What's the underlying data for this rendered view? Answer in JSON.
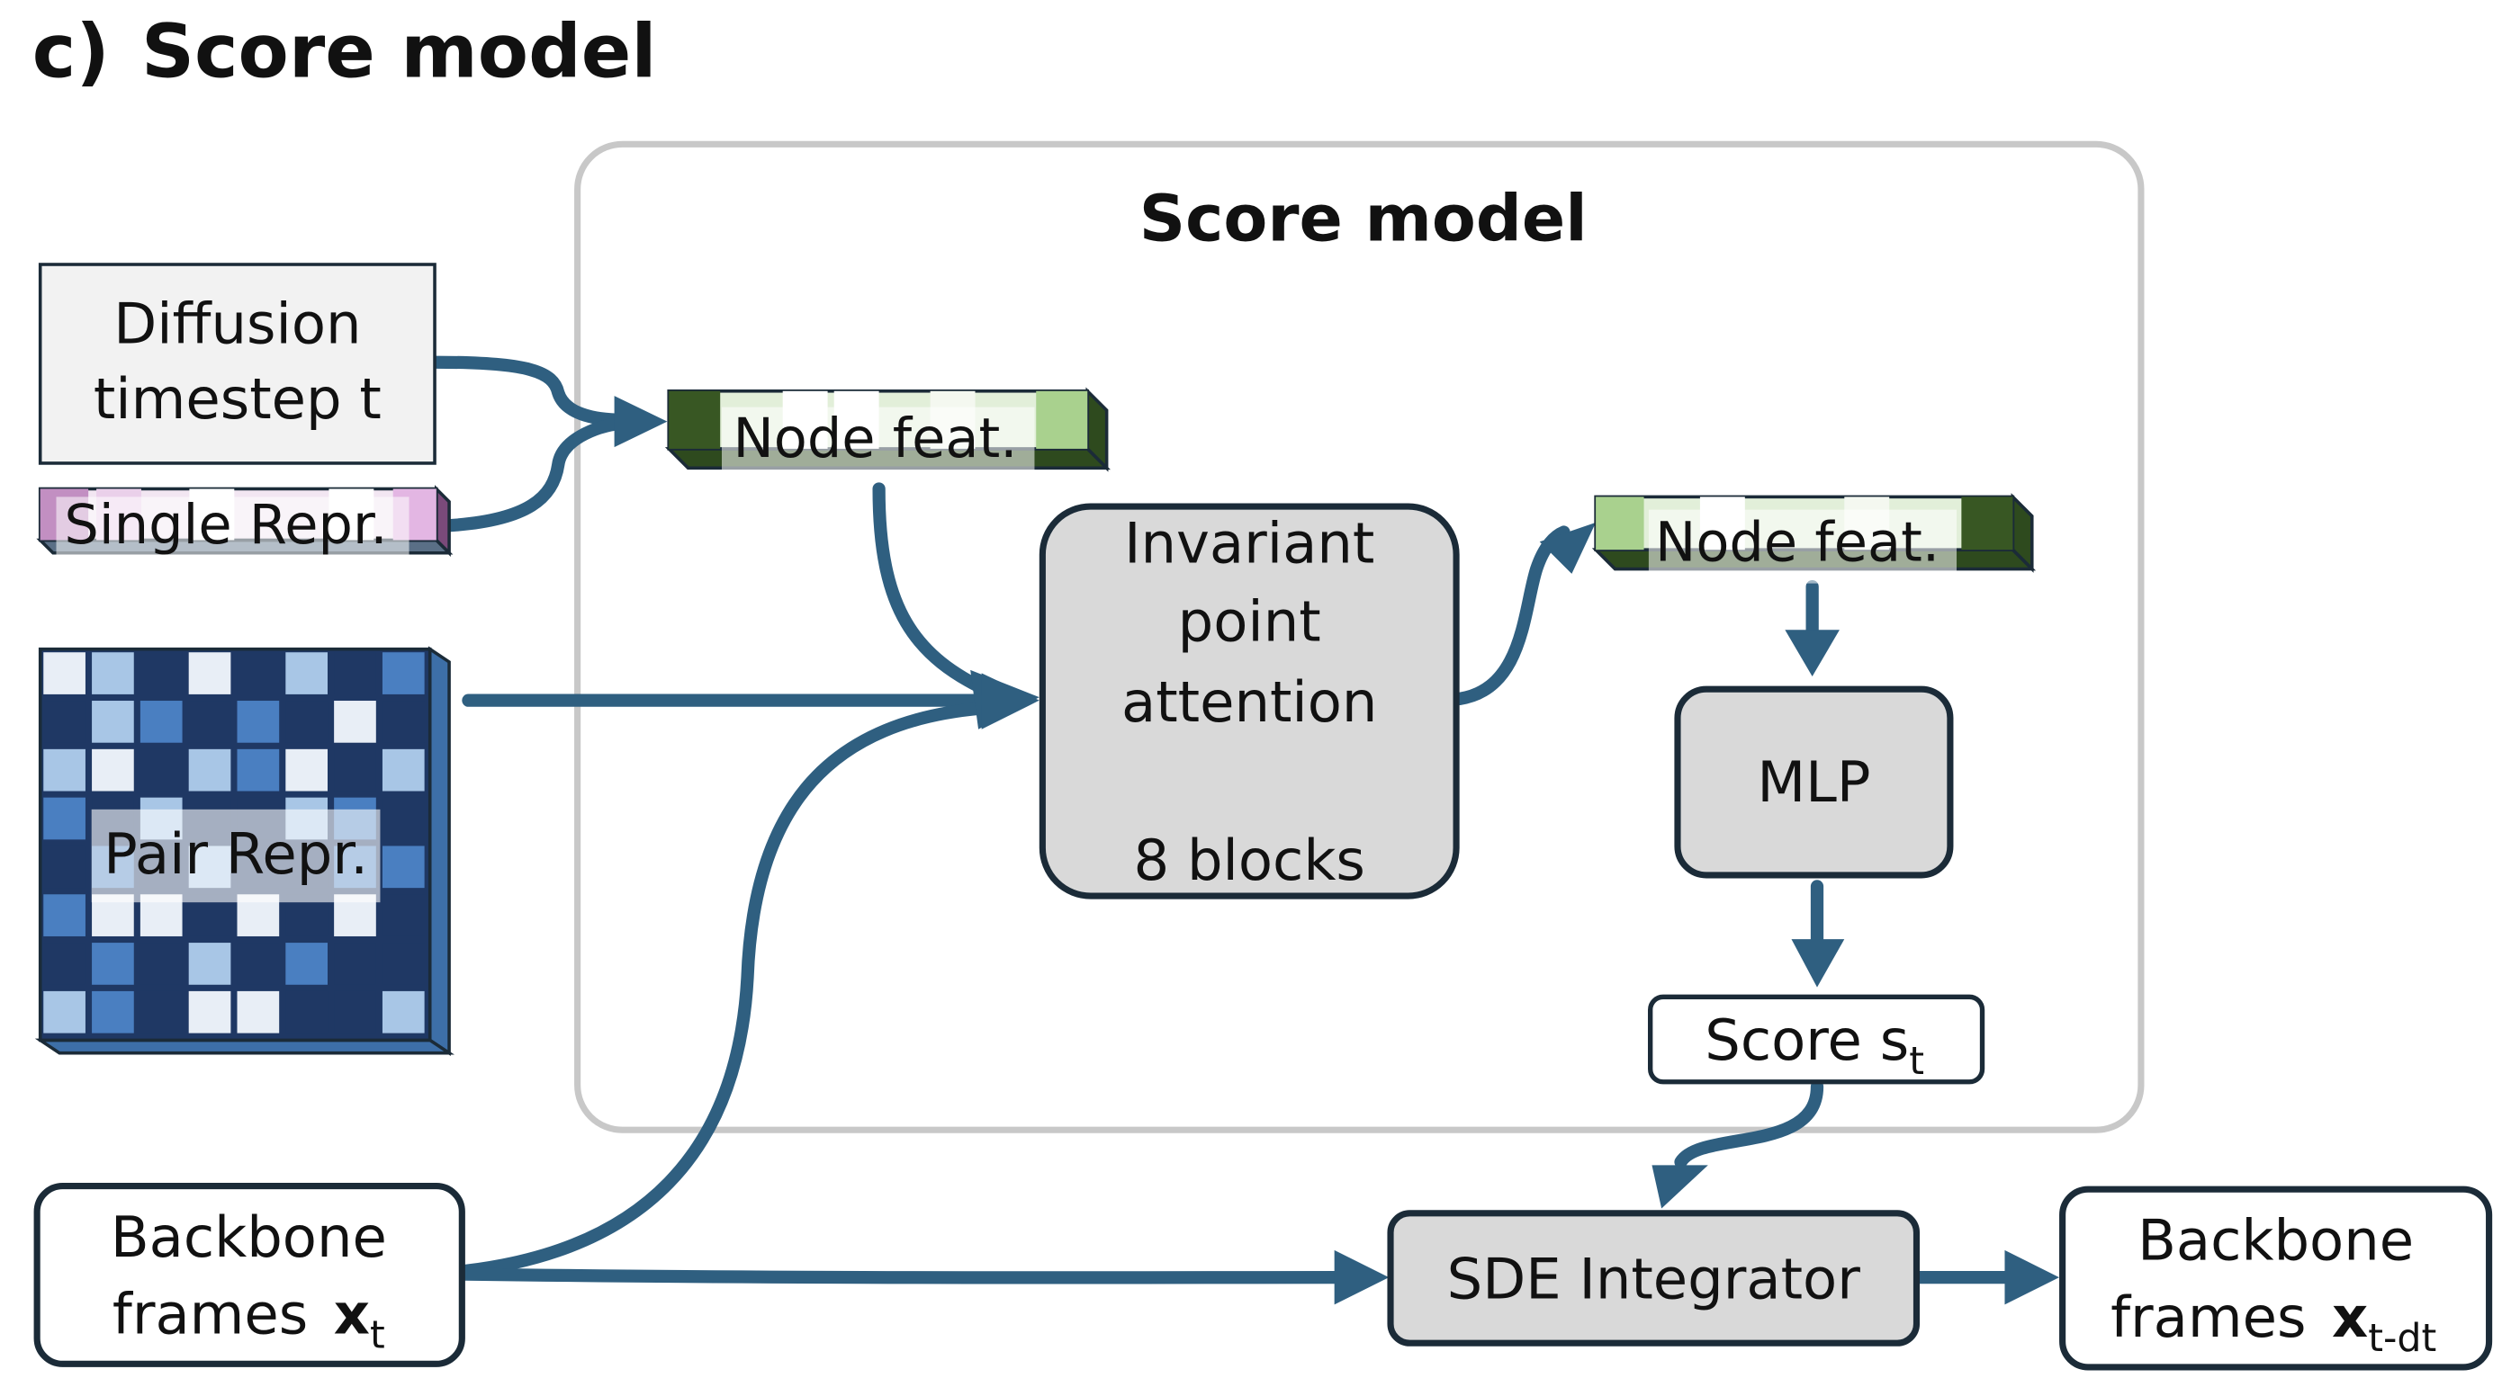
{
  "panel": {
    "letter": "c)",
    "title": "Score model"
  },
  "score_model_box": {
    "title": "Score model"
  },
  "inputs": {
    "diffusion_timestep": {
      "line1": "Diffusion",
      "line2": "timestep t"
    },
    "single_repr": {
      "label": "Single Repr."
    },
    "pair_repr": {
      "label": "Pair Repr."
    },
    "backbone_in": {
      "line1": "Backbone",
      "line2_prefix": "frames",
      "symbol": "x",
      "subscript": "t"
    }
  },
  "node_feat_in": {
    "label": "Node feat."
  },
  "node_feat_out": {
    "label": "Node feat."
  },
  "ipa": {
    "line1": "Invariant",
    "line2": "point",
    "line3": "attention",
    "blocks": "8 blocks"
  },
  "mlp": {
    "label": "MLP"
  },
  "score": {
    "prefix": "Score s",
    "subscript": "t"
  },
  "sde": {
    "label": "SDE Integrator"
  },
  "backbone_out": {
    "line1": "Backbone",
    "line2_prefix": "frames",
    "symbol": "x",
    "subscript": "t-dt"
  },
  "colors": {
    "arrow": "#2f5f80",
    "box_fill_gray": "#d9d9d9",
    "box_outline": "#1b2b38",
    "container_outline": "#c8c8c8",
    "node_dark_green": "#385723",
    "node_light_green": "#a9d18e",
    "single_repr_pink": "#e3b6e3",
    "pair_navy": "#1f3864",
    "pair_mid_blue": "#4a7fc1",
    "pair_light_blue": "#a8c6e6",
    "pair_white": "#e8eef6"
  }
}
